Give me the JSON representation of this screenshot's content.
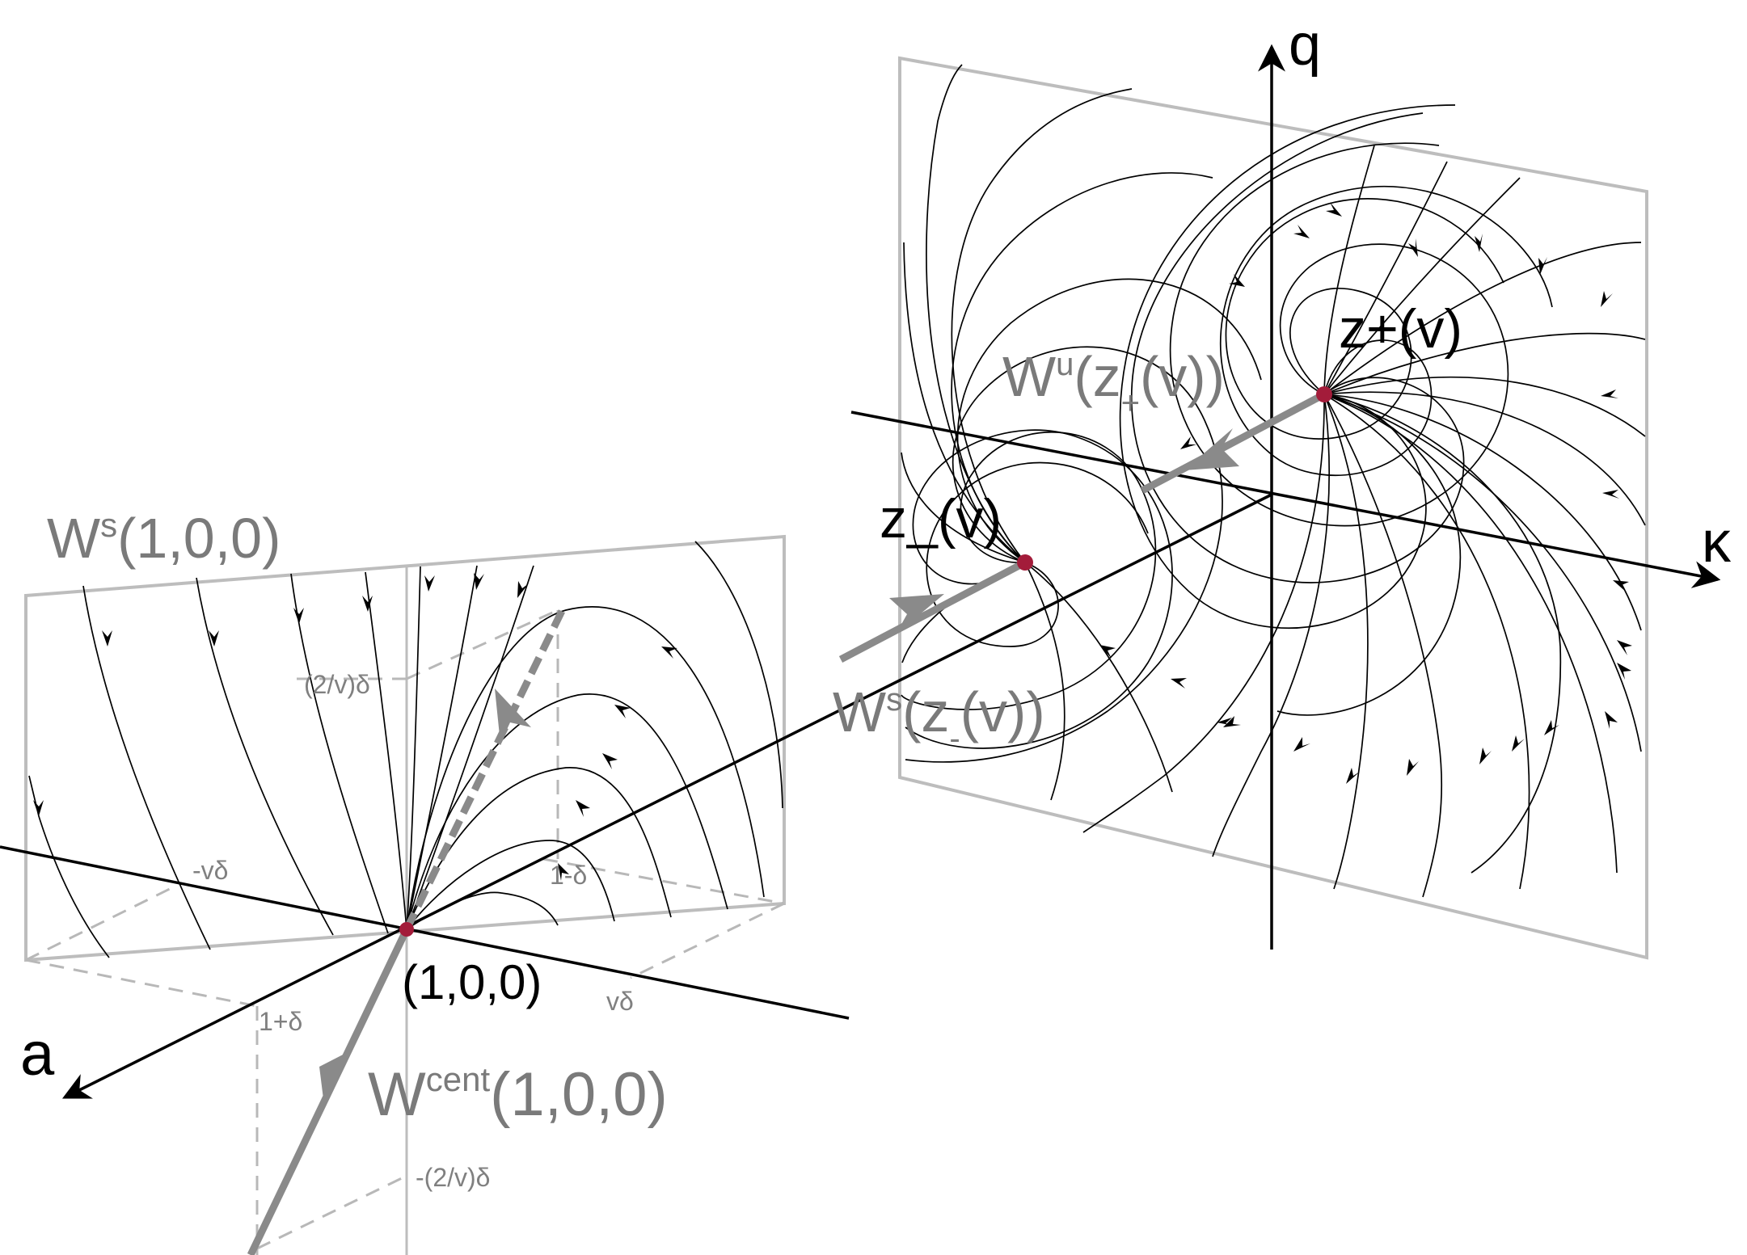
{
  "axes": {
    "q": "q",
    "kappa": "κ",
    "a": "a"
  },
  "points": {
    "origin": "(1,0,0)",
    "z_minus": "z_(v)",
    "z_plus": "z+(v)"
  },
  "manifolds": {
    "ws_origin": {
      "base": "W",
      "sup": "s",
      "arg": "(1,0,0)"
    },
    "wcent_origin": {
      "base": "W",
      "sup": "cent",
      "arg": "(1,0,0)"
    },
    "wu_zplus": {
      "base": "W",
      "sup": "u",
      "arg_open": "(z",
      "arg_sub": "+",
      "arg_close": "(v))"
    },
    "ws_zminus": {
      "base": "W",
      "sup": "s",
      "arg_open": "(z",
      "arg_sub": "-",
      "arg_close": "(v))"
    }
  },
  "ticks": {
    "two_over_v_delta": "(2/v)δ",
    "minus_v_delta": "-vδ",
    "one_minus_delta": "1-δ",
    "v_delta": "vδ",
    "one_plus_delta": "1+δ",
    "minus_two_over_v_delta": "-(2/v)δ"
  },
  "colors": {
    "equilibrium": "#a31c3a",
    "manifold": "#8a8a8a",
    "plane": "#bdbdbd",
    "axis": "#000000"
  }
}
